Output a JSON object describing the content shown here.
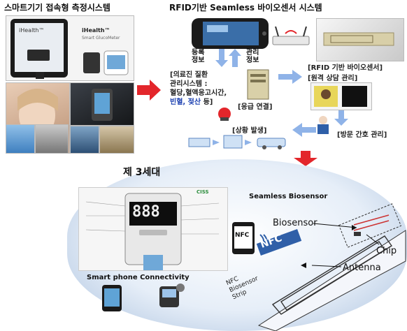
{
  "top_left": {
    "title": "스마트기기 접속형 측정시스템",
    "device_brand": "iHealth™",
    "device_subtitle": "Smart GlucoMeter"
  },
  "top_right": {
    "title": "RFID기반 Seamless 바이오센서 시스템",
    "label_register": "등록\n정보",
    "label_manage": "관리\n정보",
    "label_rfid_sensor": "[RFID 기반 바이오센서]",
    "care_system_line1": "[의료진 질환",
    "care_system_line2": "관리시스템 :",
    "care_system_blue1": "혈당,혈액응고시간,",
    "care_system_blue2": "빈혈, 젖산",
    "care_system_suffix": " 등]",
    "emergency_link": "[응급 연결]",
    "remote_consult": "[원격 상담 관리]",
    "situation": "[상황 발생]",
    "visit_nursing": "[방문 간호 관리]"
  },
  "bottom": {
    "generation_title": "제 3세대",
    "seamless_title": "Seamless Biosensor",
    "label_biosensor": "Biosensor",
    "label_chip": "Chip",
    "label_antenna": "Antenna",
    "strip_text": "NFC\nBiosensor\nStrip",
    "nfc_badge": "NFC",
    "phone_nfc": "NFC",
    "logo_text": "CISS",
    "meter_digits": "888",
    "smartphone_title": "Smart phone Connectivity"
  },
  "colors": {
    "arrow_red": "#e3262b",
    "arrow_blue": "#8fb3e8",
    "highlight_blue": "#1a3fb0",
    "panel_edge": "#a9c0dd"
  }
}
